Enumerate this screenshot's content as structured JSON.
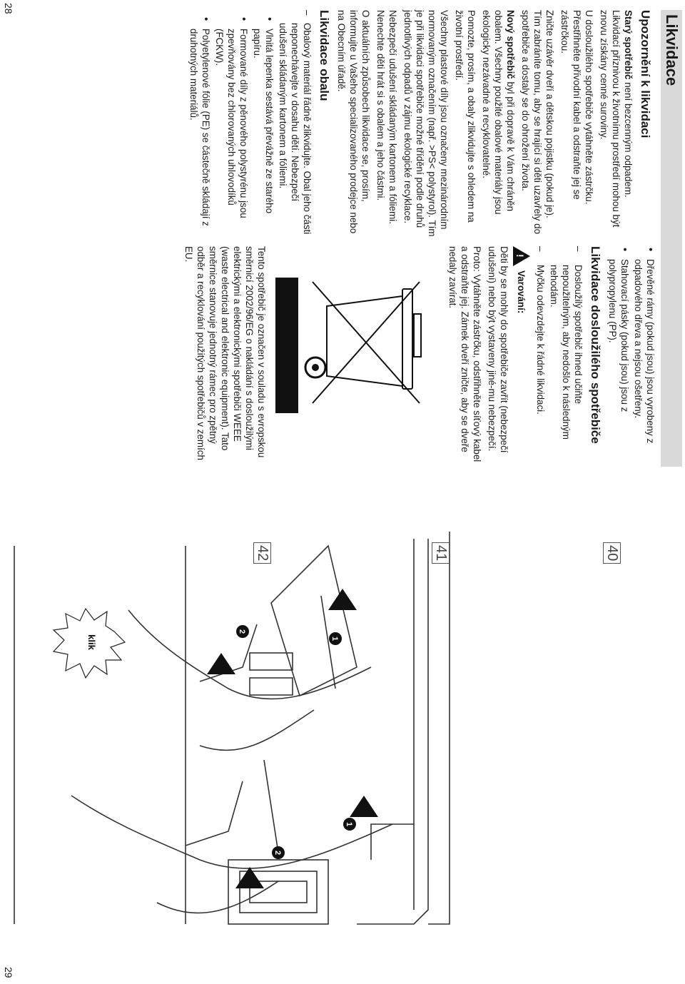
{
  "page_numbers": {
    "left": "28",
    "right": "29"
  },
  "banner_title": "Likvidace",
  "col1": {
    "h_disposal_note": "Upozornění k likvidaci",
    "p_old_bold": "Starý spotřebič",
    "p_old_rest": " není bezcenným odpadem. Likvidací příznivou k životnímu prostředí mohou být znovu získány cenné suroviny.",
    "p_unplug": "U dosloužilého spotřebiče vytáhněte zástrčku. Přestřihněte přívodní kabel a odstraňte jej se zástrčkou.",
    "p_lock": "Zničte uzávěr dveří a dětskou pojistku (pokud je). Tím zabráníte tomu, aby se hrající si děti uzavřely do spotřebiče a dostaly se do ohrožení života.",
    "p_new_bold": "Nový spotřebič",
    "p_new_rest": " byl při dopravě k Vám chráněn obalem. Všechny použité obalové materiály jsou ekologicky nezávadné a recyklovatelné.",
    "p_help": "Pomozte, prosím, a obaly zlikvidujte s ohledem na životní prostředí.",
    "p_plastic": "Všechny plastové díly jsou označeny mezinárodním normovaným označením (např. >PS< polystyrol). Tím je při likvidaci spotřebiče možné třídění podle druhů jednotlivých odpadů v zájmu ekologické recyklace.",
    "p_danger": "Nebezpečí udušení skládaným kartonem a fóliemi. Nenechte děti hrát si s obalem a jeho částmi.",
    "p_info": "O aktuálních způsobech likvidace se, prosím, informujte u Vašeho specializovaného prodejce nebo na Obecním úřadě.",
    "h_packaging": "Likvidace obalu",
    "dash_packaging": "Obalový materiál řádně zlikvidujte. Obal jeho části neponechávejte v dosahu dětí. Nebezpečí udušení skládaným kartonem a fóliemi.",
    "bullets": [
      "Vlnitá lepenka sestává převážně ze starého papíru.",
      "Formované díly z pěnového polystyrénu jsou zpevňovány bez chlorovaných uhlovodíků (FCKW).",
      "Polyetylenové fólie (PE) se částečně skládají z druhotných materiálů."
    ]
  },
  "col2": {
    "bullets": [
      "Dřevěné rámy (pokud jsou) jsou vyrobeny z odpadového dřeva a nejsou ošetřeny.",
      "Stahovací pásky (pokud jsou) jsou z polypropylenu (PP)."
    ],
    "h_appliance": "Likvidace dosloužilého spotřebiče",
    "dashes": [
      "Dosloužilý spotřebič ihned učiňte nepoužitelným, aby nedošlo k následným nehodám.",
      "Myčku odevzdejte k řádné likvidaci."
    ],
    "warning_label": "Varování:",
    "warning_icon_char": "!",
    "p_warning": "Děti by se mohly do spotřebiče zavřít (nebezpečí udušení) nebo být vystaveny jiné-mu nebezpečí.",
    "p_therefore": "Proto: Vytáhněte zástrčku, odstřihněte síťový kabel a odstraňte jej. Zámek dveří zničte, aby se dveře nedaly zavírat.",
    "p_weee": "Tento spotřebič je označen v souladu s evropskou směrnicí 2002/96/EG o nakládání s dosloužilými elektrickými a elektronickými spotřebiči WEEE (waste electrical and elektronic equipment). Tato směrnice stanovuje jednotný rámec pro zpětný odběr a recyklování použitých spotřebičů v zemích EU."
  },
  "figures": {
    "fig40_label": "40",
    "fig41_label": "41",
    "fig42_label": "42",
    "klik": "klik",
    "step1": "1",
    "step2": "2"
  }
}
